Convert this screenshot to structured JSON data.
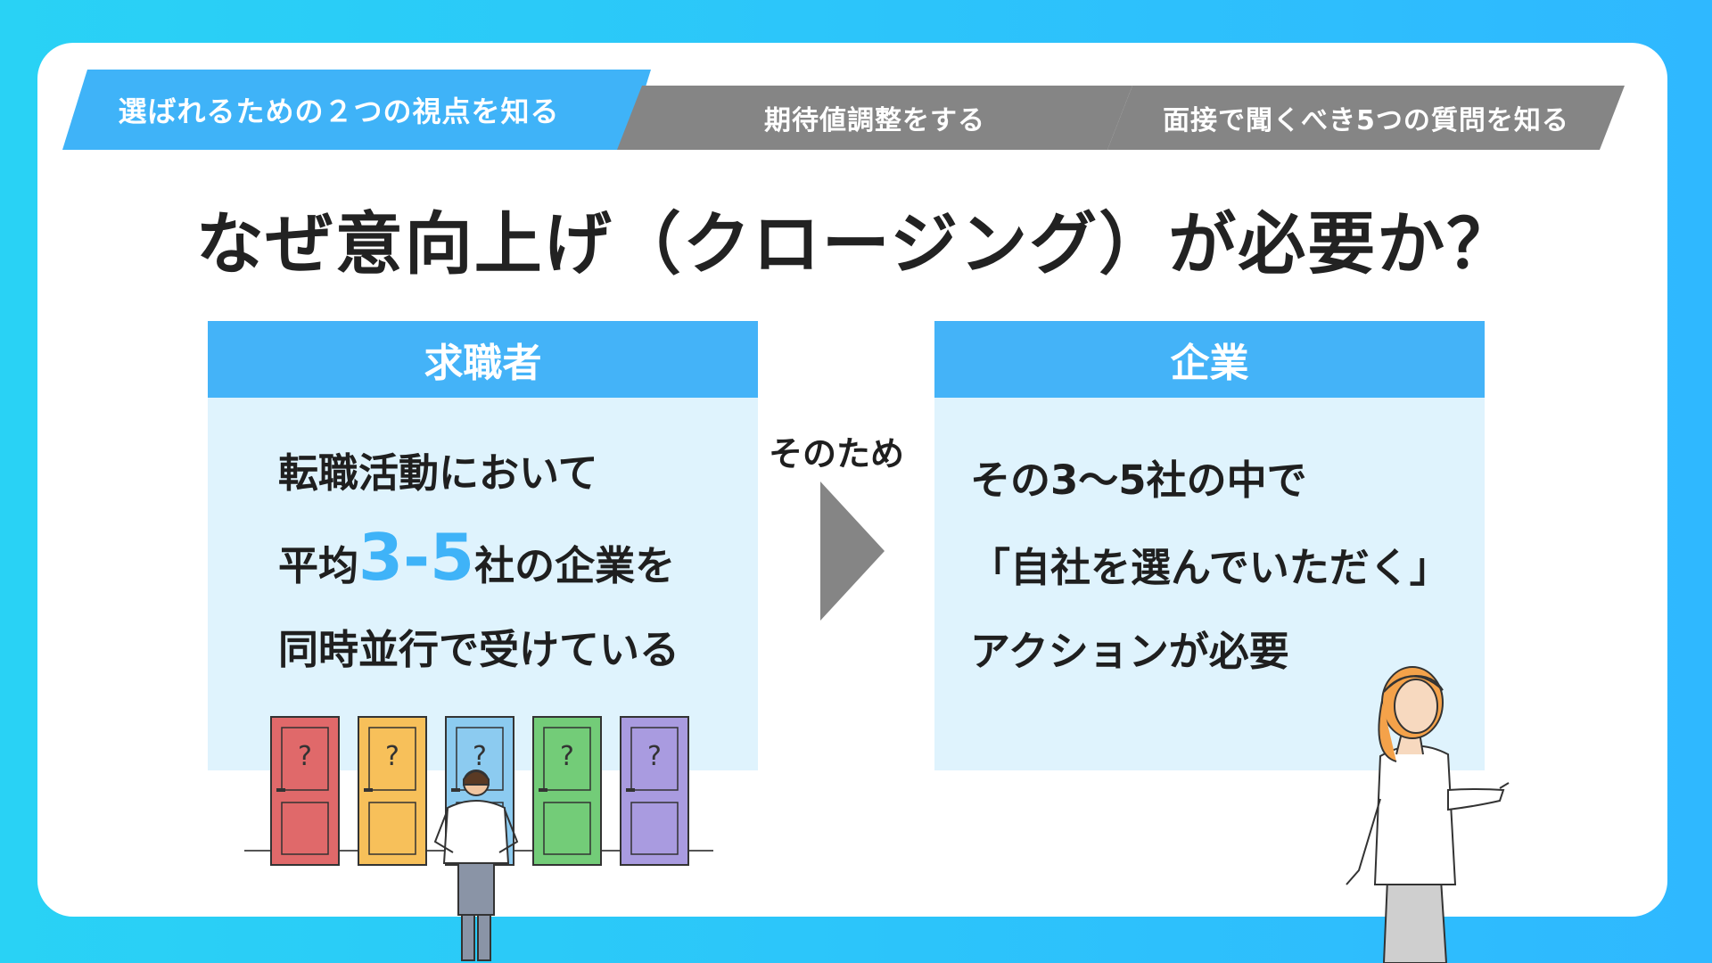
{
  "steps": [
    {
      "label": "選ばれるための２つの視点を知る",
      "active": true
    },
    {
      "label": "期待値調整をする",
      "active": false
    },
    {
      "label": "面接で聞くべき5つの質問を知る",
      "active": false
    }
  ],
  "title": "なぜ意向上げ（クロージング）が必要か？",
  "left_panel": {
    "header": "求職者",
    "line1": "転職活動において",
    "line2_pre": "平均",
    "line2_highlight": "3-5",
    "line2_post": "社の企業を",
    "line3": "同時並行で受けている"
  },
  "bridge": "そのため",
  "right_panel": {
    "header": "企業",
    "line1": "その3〜5社の中で",
    "line2": "「自社を選んでいただく」",
    "line3": "アクション​が必要"
  },
  "doors": {
    "mark": "?",
    "colors": [
      "#e0696a",
      "#f7c05a",
      "#8ccbf0",
      "#73cc78",
      "#a99be0"
    ]
  },
  "colors": {
    "accent": "#3fb3f8",
    "panel_bg": "#dff3fd",
    "inactive_step": "#858585"
  }
}
